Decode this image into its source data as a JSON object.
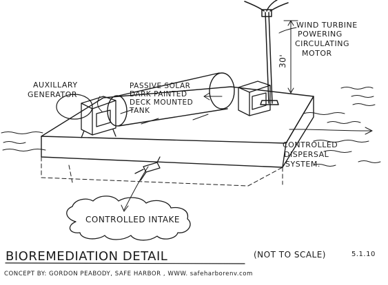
{
  "labels": {
    "wind_turbine": [
      "WIND TURBINE",
      "POWERING",
      "CIRCULATING",
      "MOTOR"
    ],
    "height": "30'",
    "aux_generator": [
      "AUXILLARY",
      "GENERATOR"
    ],
    "solar_tank": [
      "PASSIVE SOLAR",
      "DARK PAINTED",
      "DECK MOUNTED",
      "TANK"
    ],
    "dispersal": [
      "CONTROLLED",
      "DISPERSAL",
      "SYSTEM."
    ],
    "intake": "CONTROLLED INTAKE",
    "title": "BIOREMEDIATION DETAIL",
    "scale_note": "(NOT TO SCALE)",
    "date": "5.1.10",
    "credit": "CONCEPT BY: GORDON PEABODY, SAFE HARBOR , WWW. safeharborenv.com"
  },
  "colors": {
    "ink": "#1a1a1a",
    "background": "#ffffff"
  }
}
